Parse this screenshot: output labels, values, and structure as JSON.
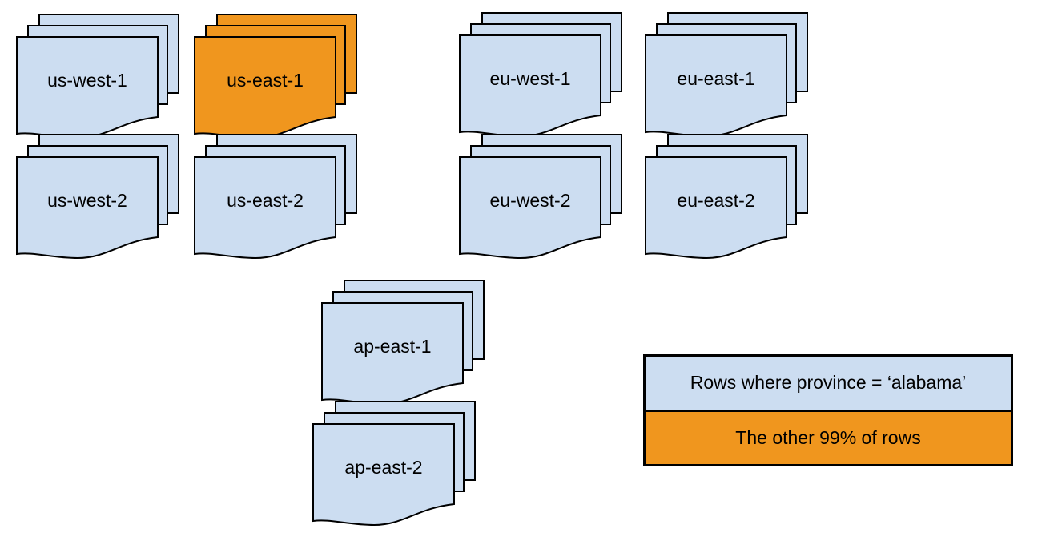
{
  "diagram": {
    "colors": {
      "normal": "#CCDDF1",
      "highlight": "#F0961E",
      "outline": "#000000"
    },
    "stacks": [
      {
        "label": "us-west-1",
        "variant": "normal"
      },
      {
        "label": "us-east-1",
        "variant": "highlight"
      },
      {
        "label": "eu-west-1",
        "variant": "normal"
      },
      {
        "label": "eu-east-1",
        "variant": "normal"
      },
      {
        "label": "us-west-2",
        "variant": "normal"
      },
      {
        "label": "us-east-2",
        "variant": "normal"
      },
      {
        "label": "eu-west-2",
        "variant": "normal"
      },
      {
        "label": "eu-east-2",
        "variant": "normal"
      },
      {
        "label": "ap-east-1",
        "variant": "normal"
      },
      {
        "label": "ap-east-2",
        "variant": "normal"
      }
    ],
    "legend": {
      "items": [
        {
          "label": "Rows where province = ‘alabama’",
          "variant": "normal"
        },
        {
          "label": "The other 99% of rows",
          "variant": "highlight"
        }
      ]
    }
  }
}
